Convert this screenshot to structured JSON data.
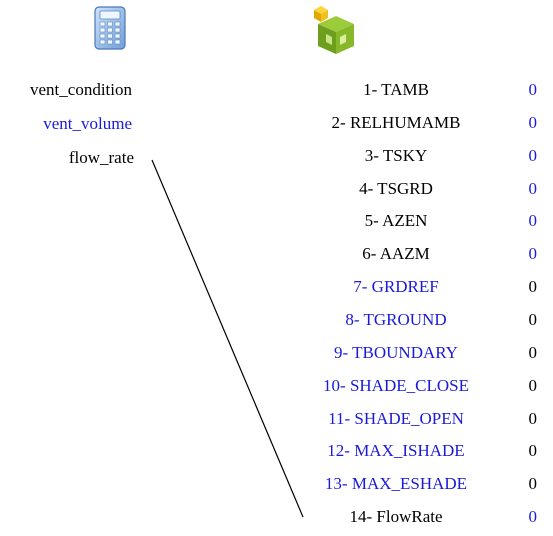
{
  "left_panel": {
    "icon": "calculator-icon",
    "outputs": [
      {
        "label": "vent_condition",
        "color": "black"
      },
      {
        "label": "vent_volume",
        "color": "blue"
      },
      {
        "label": "flow_rate",
        "color": "black"
      }
    ]
  },
  "right_panel": {
    "icon": "building-component-icon",
    "inputs": [
      {
        "label": "1- TAMB",
        "value": "0",
        "label_color": "black",
        "value_color": "blue"
      },
      {
        "label": "2- RELHUMAMB",
        "value": "0",
        "label_color": "black",
        "value_color": "blue"
      },
      {
        "label": "3- TSKY",
        "value": "0",
        "label_color": "black",
        "value_color": "blue"
      },
      {
        "label": "4- TSGRD",
        "value": "0",
        "label_color": "black",
        "value_color": "blue"
      },
      {
        "label": "5- AZEN",
        "value": "0",
        "label_color": "black",
        "value_color": "blue"
      },
      {
        "label": "6- AAZM",
        "value": "0",
        "label_color": "black",
        "value_color": "blue"
      },
      {
        "label": "7- GRDREF",
        "value": "0",
        "label_color": "blue",
        "value_color": "black"
      },
      {
        "label": "8- TGROUND",
        "value": "0",
        "label_color": "blue",
        "value_color": "black"
      },
      {
        "label": "9- TBOUNDARY",
        "value": "0",
        "label_color": "blue",
        "value_color": "black"
      },
      {
        "label": "10- SHADE_CLOSE",
        "value": "0",
        "label_color": "blue",
        "value_color": "black"
      },
      {
        "label": "11- SHADE_OPEN",
        "value": "0",
        "label_color": "blue",
        "value_color": "black"
      },
      {
        "label": "12- MAX_ISHADE",
        "value": "0",
        "label_color": "blue",
        "value_color": "black"
      },
      {
        "label": "13- MAX_ESHADE",
        "value": "0",
        "label_color": "blue",
        "value_color": "black"
      },
      {
        "label": "14- FlowRate",
        "value": "0",
        "label_color": "black",
        "value_color": "blue"
      }
    ]
  },
  "colors": {
    "blue": "#1a1ad9",
    "black": "#000000",
    "link_line": "#000000"
  }
}
